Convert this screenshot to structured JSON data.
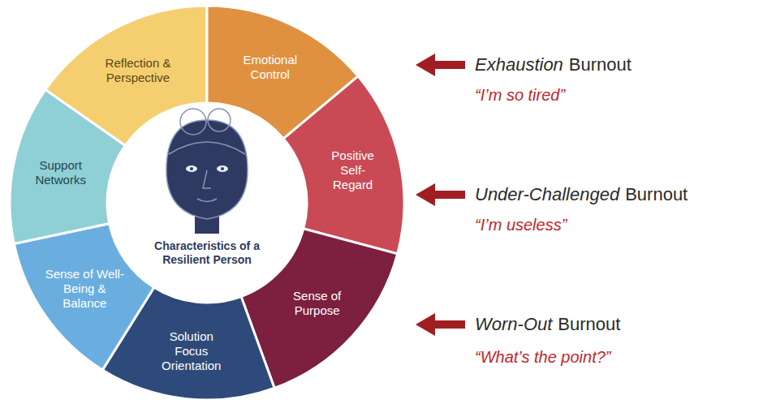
{
  "diagram": {
    "nodes": [
      {
        "text": [
          "Reflection & Perspective"
        ]
      },
      {
        "text": [
          "Emotional Control"
        ]
      },
      {
        "text": [
          "Positive Self-Regard"
        ]
      },
      {
        "text": [
          "Sense of Purpose"
        ]
      },
      {
        "text": [
          "Solution Focus Orientation"
        ]
      },
      {
        "text": [
          "Sense of Well-Being & Balance"
        ]
      },
      {
        "text": [
          "Support Networks"
        ]
      }
    ],
    "labels": [
      "Characteristics of a Resilient Person",
      "Exhaustion",
      "Burnout",
      "“I’m so tired”",
      "Under-Challenged",
      "Burnout",
      "“I’m useless”",
      "Worn-Out",
      "Burnout",
      "“What’s the point?”"
    ]
  }
}
